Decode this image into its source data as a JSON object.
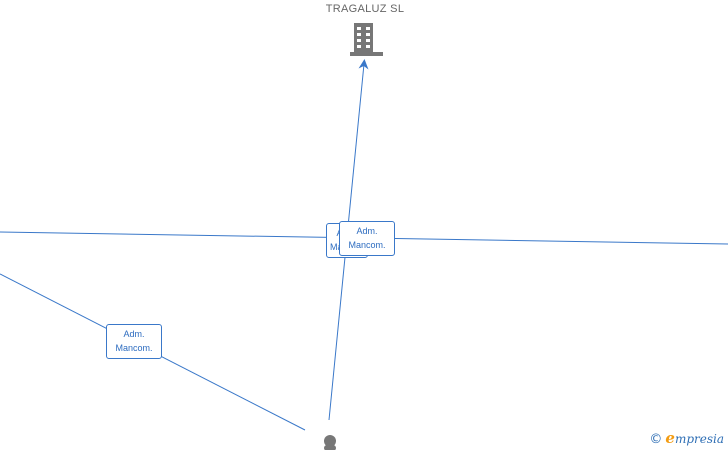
{
  "company": {
    "name": "TRAGALUZ  SL",
    "icon": "building-icon"
  },
  "edges": [
    {
      "line1": "Adm.",
      "line2": "Mancom."
    },
    {
      "line1": "Adm.",
      "line2": "Mancom."
    },
    {
      "line1": "Adm.",
      "line2": "Mancom."
    }
  ],
  "person": {
    "icon": "person-icon"
  },
  "watermark": {
    "copyright": "©",
    "brand_initial": "e",
    "brand_rest": "mpresia"
  },
  "colors": {
    "edge": "#3a78c9",
    "node": "#777777",
    "brand_accent": "#f39c12"
  }
}
